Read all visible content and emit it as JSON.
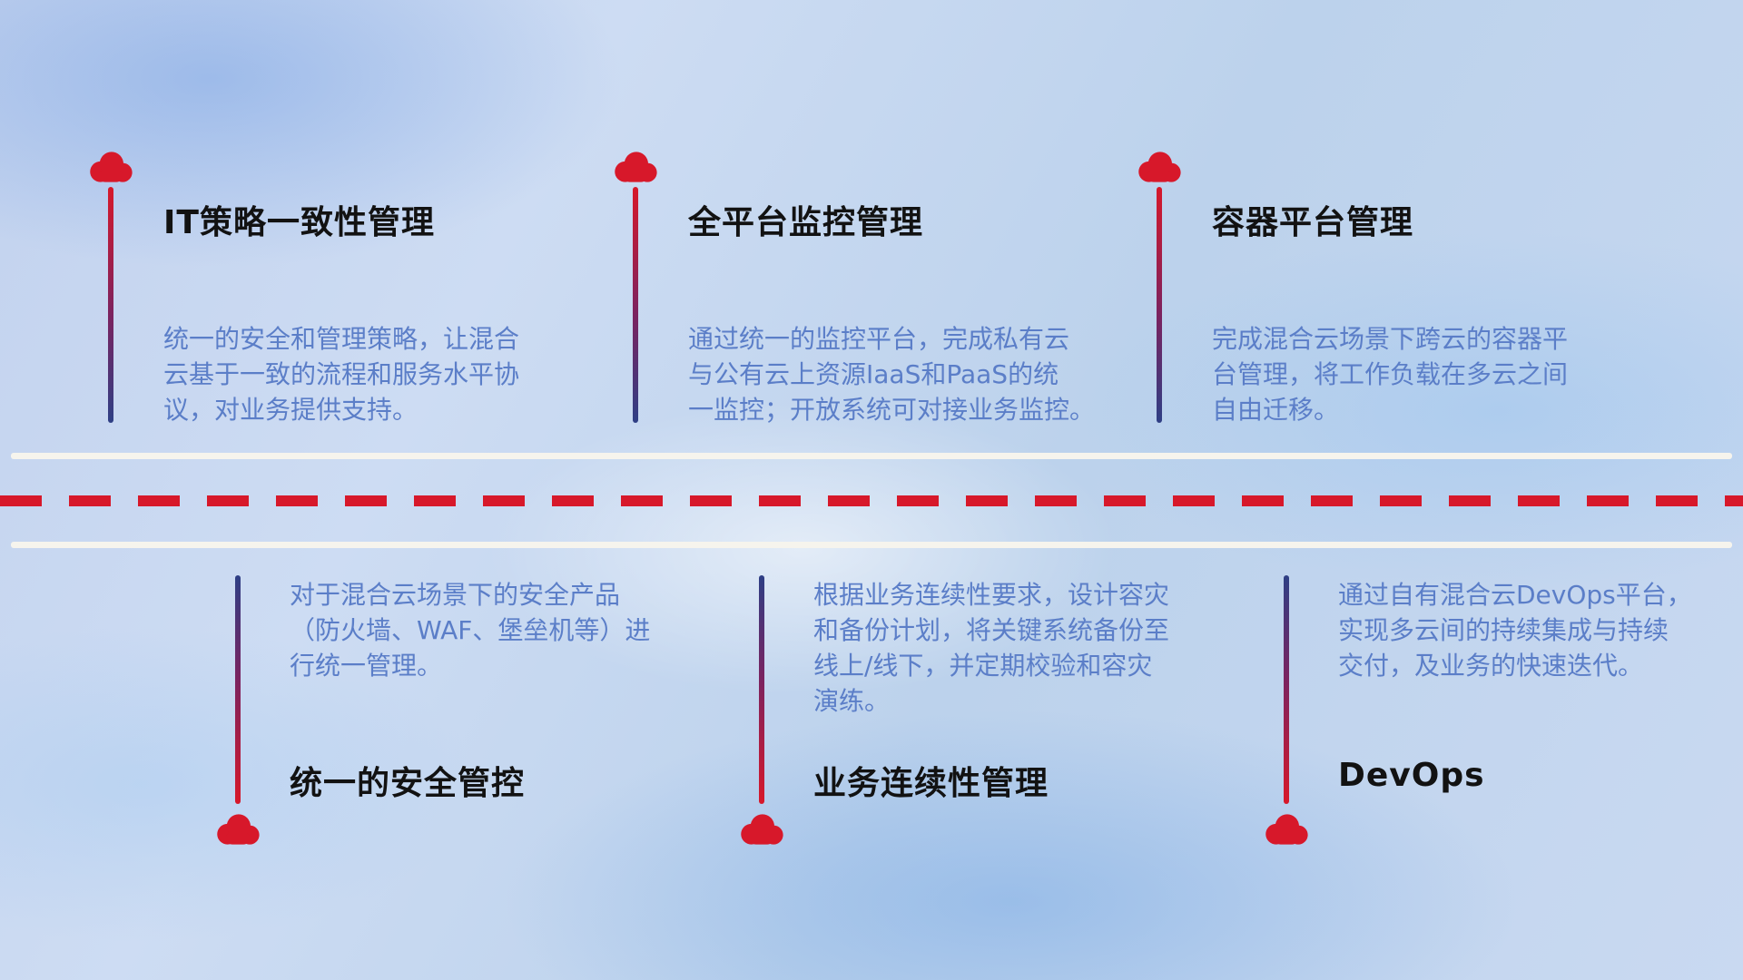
{
  "colors": {
    "cloud_red": "#d7182a",
    "line_dark_blue": "#2e3f85",
    "title_text": "#121212",
    "description_text": "#5b7ec8",
    "road_stripe": "#f6f4ed",
    "road_dash": "#d7182a"
  },
  "top_items": [
    {
      "title": "IT策略一致性管理",
      "desc": "统一的安全和管理策略，让混合\n云基于一致的流程和服务水平协\n议，对业务提供支持。"
    },
    {
      "title": "全平台监控管理",
      "desc": "通过统一的监控平台，完成私有云\n与公有云上资源IaaS和PaaS的统\n一监控；开放系统可对接业务监控。"
    },
    {
      "title": "容器平台管理",
      "desc": "完成混合云场景下跨云的容器平\n台管理，将工作负载在多云之间\n自由迁移。"
    }
  ],
  "bottom_items": [
    {
      "title": "统一的安全管控",
      "desc": "对于混合云场景下的安全产品\n（防火墙、WAF、堡垒机等）进\n行统一管理。"
    },
    {
      "title": "业务连续性管理",
      "desc": "根据业务连续性要求，设计容灾\n和备份计划，将关键系统备份至\n线上/线下，并定期校验和容灾\n演练。"
    },
    {
      "title": "DevOps",
      "desc": "通过自有混合云DevOps平台，\n实现多云间的持续集成与持续\n交付，及业务的快速迭代。"
    }
  ]
}
